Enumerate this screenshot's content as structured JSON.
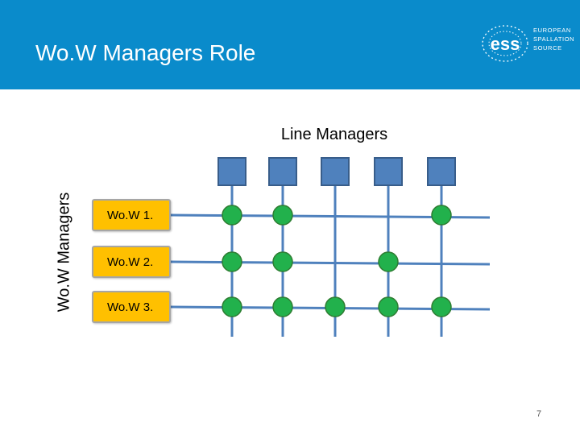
{
  "slide": {
    "title": "Wo.W Managers Role",
    "page_number": "7"
  },
  "logo": {
    "mark": "ess",
    "lines": [
      "EUROPEAN",
      "SPALLATION",
      "SOURCE"
    ]
  },
  "diagram": {
    "column_axis_label": "Line Managers",
    "row_axis_label": "Wo.W Managers",
    "rows": [
      {
        "label": "Wo.W 1.",
        "assigned_columns": [
          1,
          2,
          5
        ]
      },
      {
        "label": "Wo.W 2.",
        "assigned_columns": [
          1,
          2,
          4
        ]
      },
      {
        "label": "Wo.W 3.",
        "assigned_columns": [
          1,
          2,
          3,
          4,
          5
        ]
      }
    ],
    "column_count": 5,
    "colors": {
      "line_manager": "#4f81bd",
      "line_manager_border": "#385d8a",
      "grid_line": "#4f81bd",
      "node": "#22b14c",
      "node_border": "#2e7d32",
      "wow_box": "#ffc000",
      "header": "#0a8bcb"
    }
  }
}
